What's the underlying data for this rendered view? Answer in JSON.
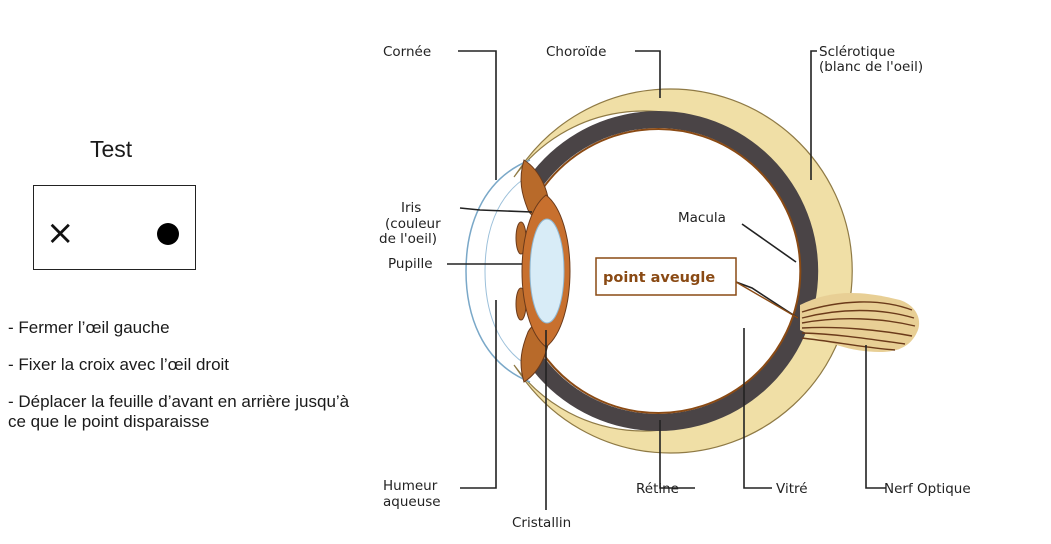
{
  "test": {
    "title": "Test",
    "cross_symbol": "×"
  },
  "instructions": [
    "- Fermer l’œil gauche",
    "- Fixer la croix avec l’œil droit",
    "- Déplacer la feuille d’avant en arrière jusqu’à  ce que le point disparaisse"
  ],
  "eye_labels": {
    "cornee": "Cornée",
    "choroide": "Choroïde",
    "sclerotique_1": "Sclérotique",
    "sclerotique_2": "(blanc de l'oeil)",
    "iris_1": "Iris",
    "iris_2": "(couleur",
    "iris_3": "de l'oeil)",
    "pupille": "Pupille",
    "macula": "Macula",
    "point_aveugle": "point aveugle",
    "humeur_1": "Humeur",
    "humeur_2": "aqueuse",
    "retine": "Rétine",
    "vitre": "Vitré",
    "nerf": "Nerf Optique",
    "cristallin": "Cristallin"
  },
  "colors": {
    "sclera": "#f0dfa6",
    "choroid": "#4a4446",
    "iris": "#b86a2a",
    "lens": "#d8ecf7",
    "blind_spot_label": "#8a4a14"
  }
}
